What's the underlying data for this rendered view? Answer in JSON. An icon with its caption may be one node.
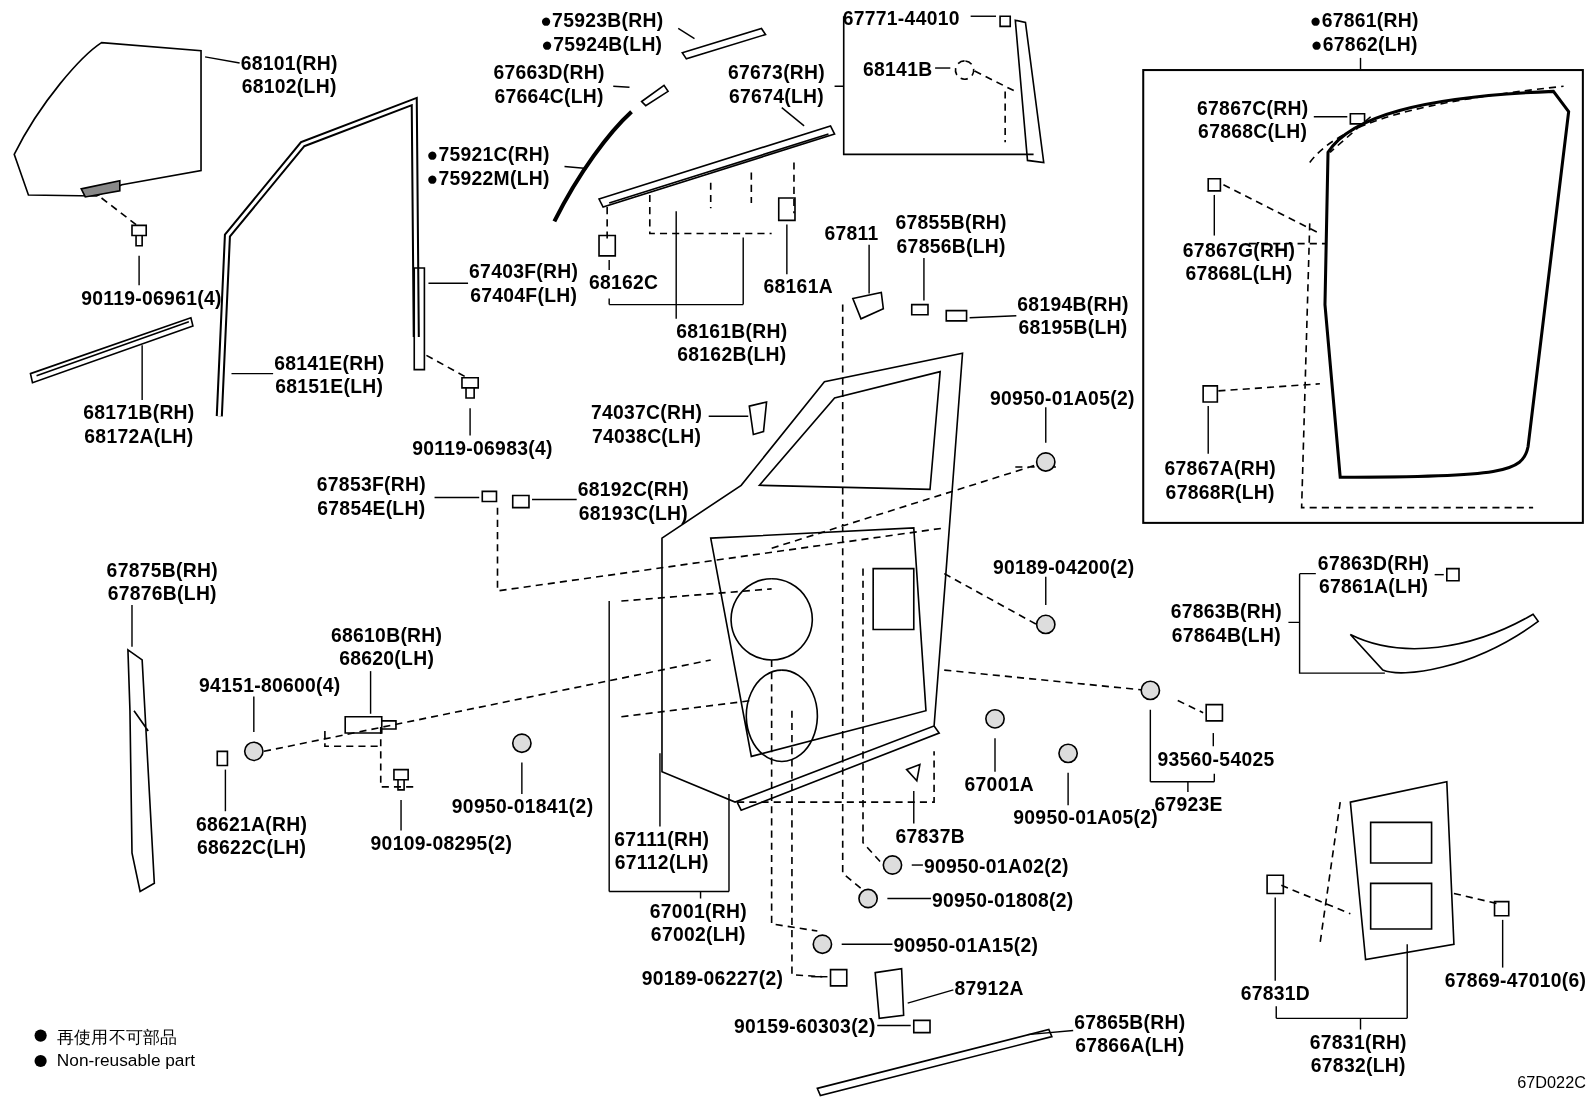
{
  "diagram": {
    "nodes": [
      {
        "text": [
          "68101(RH) 68102(LH)"
        ]
      },
      {
        "text": [
          "90119-06961(4)"
        ]
      },
      {
        "text": [
          "68171B(RH) 68172A(LH)"
        ]
      },
      {
        "text": [
          "68141E(RH) 68151E(LH)"
        ]
      },
      {
        "text": [
          "67403F(RH) 67404F(LH)"
        ]
      },
      {
        "text": [
          "90119-06983(4)"
        ]
      },
      {
        "text": [
          "●75923B(RH) ●75924B(LH)"
        ]
      },
      {
        "text": [
          "67663D(RH) 67664C(LH)"
        ]
      },
      {
        "text": [
          "●75921C(RH) ●75922M(LH)"
        ]
      },
      {
        "text": [
          "67673(RH) 67674(LH)"
        ]
      },
      {
        "text": [
          "67771-44010"
        ]
      },
      {
        "text": [
          "68141B"
        ]
      },
      {
        "text": [
          "67811"
        ]
      },
      {
        "text": [
          "67855B(RH) 67856B(LH)"
        ]
      },
      {
        "text": [
          "68162C"
        ]
      },
      {
        "text": [
          "68161A"
        ]
      },
      {
        "text": [
          "68161B(RH) 68162B(LH)"
        ]
      },
      {
        "text": [
          "68194B(RH) 68195B(LH)"
        ]
      },
      {
        "text": [
          "74037C(RH) 74038C(LH)"
        ]
      },
      {
        "text": [
          "90950-01A05(2)"
        ]
      },
      {
        "text": [
          "67853F(RH) 67854E(LH)"
        ]
      },
      {
        "text": [
          "68192C(RH) 68193C(LH)"
        ]
      },
      {
        "text": [
          "●67861(RH) ●67862(LH)"
        ]
      },
      {
        "text": [],
        "shape": "box"
      },
      {
        "text": [
          "67867C(RH) 67868C(LH)"
        ],
        "in": 23
      },
      {
        "text": [
          "67867G(RH) 67868L(LH)"
        ],
        "in": 23
      },
      {
        "text": [
          "67867A(RH) 67868R(LH)"
        ],
        "in": 23
      },
      {
        "text": [
          "90189-04200(2)"
        ]
      },
      {
        "text": [
          "67863D(RH) 67861A(LH)"
        ]
      },
      {
        "text": [
          "67863B(RH) 67864B(LH)"
        ]
      },
      {
        "text": [
          "67875B(RH) 67876B(LH)"
        ]
      },
      {
        "text": [
          "68610B(RH) 68620(LH)"
        ]
      },
      {
        "text": [
          "94151-80600(4)"
        ]
      },
      {
        "text": [
          "68621A(RH) 68622C(LH)"
        ]
      },
      {
        "text": [
          "90109-08295(2)"
        ]
      },
      {
        "text": [
          "90950-01841(2)"
        ]
      },
      {
        "text": [
          "67111(RH) 67112(LH)"
        ]
      },
      {
        "text": [
          "67001(RH) 67002(LH)"
        ]
      },
      {
        "text": [
          "67001A"
        ]
      },
      {
        "text": [
          "67837B"
        ]
      },
      {
        "text": [
          "90950-01A05(2)"
        ]
      },
      {
        "text": [
          "93560-54025"
        ]
      },
      {
        "text": [
          "67923E"
        ]
      },
      {
        "text": [
          "90950-01A02(2)"
        ]
      },
      {
        "text": [
          "90950-01808(2)"
        ]
      },
      {
        "text": [
          "90950-01A15(2)"
        ]
      },
      {
        "text": [
          "90189-06227(2)"
        ]
      },
      {
        "text": [
          "87912A"
        ]
      },
      {
        "text": [
          "90159-60303(2)"
        ]
      },
      {
        "text": [
          "67865B(RH) 67866A(LH)"
        ]
      },
      {
        "text": [
          "67831D"
        ]
      },
      {
        "text": [
          "67831(RH) 67832(LH)"
        ]
      },
      {
        "text": [
          "67869-47010(6)"
        ]
      }
    ],
    "edges": [
      {
        "from": 0,
        "to": null,
        "arrow": "none"
      },
      {
        "from": 1,
        "to": null,
        "arrow": "none"
      },
      {
        "from": 2,
        "to": null,
        "arrow": "none"
      },
      {
        "from": 3,
        "to": null,
        "arrow": "none"
      },
      {
        "from": 4,
        "to": null,
        "arrow": "none"
      },
      {
        "from": 5,
        "to": null,
        "arrow": "none"
      },
      {
        "from": 6,
        "to": null,
        "arrow": "none"
      },
      {
        "from": 7,
        "to": null,
        "arrow": "none"
      },
      {
        "from": 8,
        "to": null,
        "arrow": "none"
      },
      {
        "from": 9,
        "to": null,
        "arrow": "none"
      },
      {
        "from": 10,
        "to": null,
        "arrow": "none"
      },
      {
        "from": 11,
        "to": null,
        "arrow": "none"
      },
      {
        "from": 12,
        "to": null,
        "arrow": "none"
      },
      {
        "from": 13,
        "to": null,
        "arrow": "none"
      },
      {
        "from": 14,
        "to": null,
        "arrow": "none"
      },
      {
        "from": 15,
        "to": null,
        "arrow": "none"
      },
      {
        "from": 16,
        "to": null,
        "arrow": "none"
      },
      {
        "from": 17,
        "to": null,
        "arrow": "none"
      },
      {
        "from": 18,
        "to": null,
        "arrow": "none"
      },
      {
        "from": 19,
        "to": null,
        "arrow": "none"
      },
      {
        "from": 20,
        "to": null,
        "arrow": "none"
      },
      {
        "from": 21,
        "to": null,
        "arrow": "none"
      },
      {
        "from": 22,
        "to": 23,
        "arrow": "none"
      },
      {
        "from": 24,
        "to": null,
        "arrow": "none"
      },
      {
        "from": 25,
        "to": null,
        "arrow": "none"
      },
      {
        "from": 26,
        "to": null,
        "arrow": "none"
      },
      {
        "from": 27,
        "to": null,
        "arrow": "none"
      },
      {
        "from": 28,
        "to": null,
        "arrow": "none"
      },
      {
        "from": 29,
        "to": null,
        "arrow": "none"
      },
      {
        "from": 30,
        "to": null,
        "arrow": "none"
      },
      {
        "from": 31,
        "to": null,
        "arrow": "none"
      },
      {
        "from": 32,
        "to": null,
        "arrow": "none"
      },
      {
        "from": 33,
        "to": null,
        "arrow": "none"
      },
      {
        "from": 34,
        "to": null,
        "arrow": "none"
      },
      {
        "from": 35,
        "to": null,
        "arrow": "none"
      },
      {
        "from": 36,
        "to": null,
        "arrow": "none"
      },
      {
        "from": 37,
        "to": null,
        "arrow": "none"
      },
      {
        "from": 38,
        "to": null,
        "arrow": "none"
      },
      {
        "from": 39,
        "to": null,
        "arrow": "none"
      },
      {
        "from": 40,
        "to": null,
        "arrow": "none"
      },
      {
        "from": 41,
        "to": null,
        "arrow": "none"
      },
      {
        "from": 42,
        "to": null,
        "arrow": "none"
      },
      {
        "from": 43,
        "to": null,
        "arrow": "none"
      },
      {
        "from": 44,
        "to": null,
        "arrow": "none"
      },
      {
        "from": 45,
        "to": null,
        "arrow": "none"
      },
      {
        "from": 46,
        "to": null,
        "arrow": "none"
      },
      {
        "from": 47,
        "to": null,
        "arrow": "none"
      },
      {
        "from": 48,
        "to": null,
        "arrow": "none"
      },
      {
        "from": 49,
        "to": null,
        "arrow": "none"
      },
      {
        "from": 50,
        "to": null,
        "arrow": "none"
      },
      {
        "from": 51,
        "to": null,
        "arrow": "none"
      },
      {
        "from": 52,
        "to": null,
        "arrow": "none"
      }
    ],
    "labels": [
      "67D022C"
    ],
    "legend": [
      {
        "text": "再使用不可部品"
      },
      {
        "text": "Non-reusable part"
      }
    ]
  }
}
